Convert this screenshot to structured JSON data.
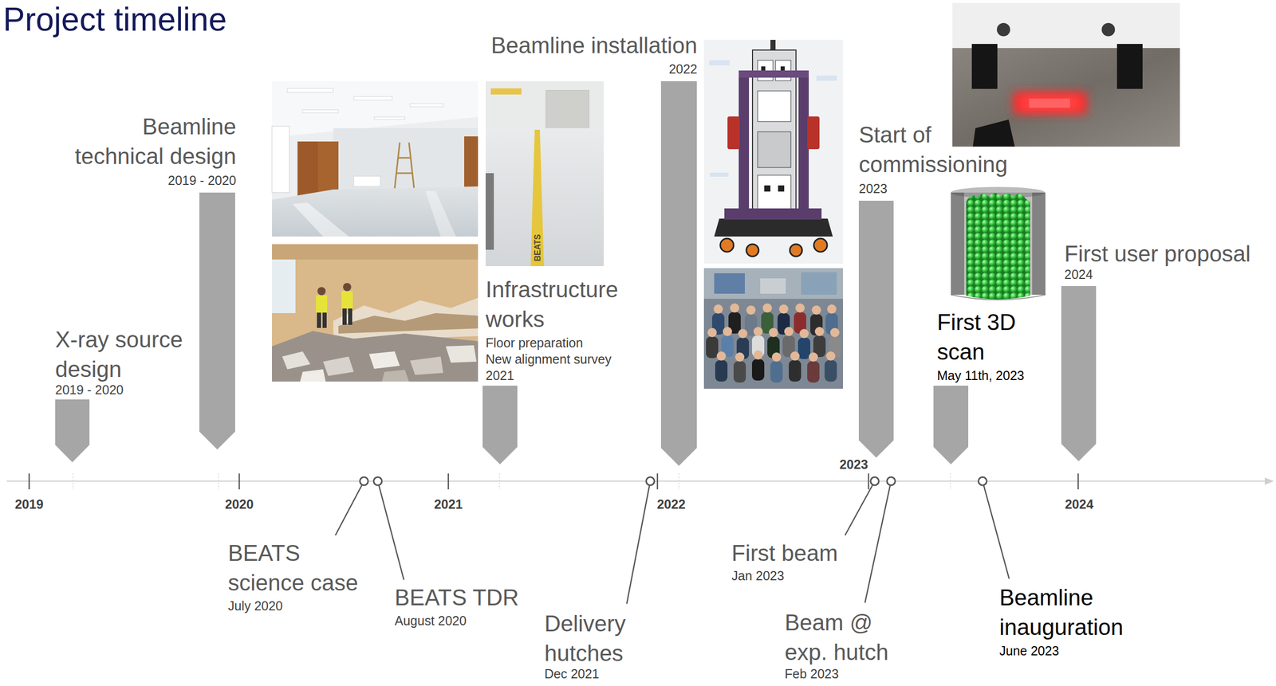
{
  "diagram": {
    "title": "Project timeline",
    "labels": [
      "X-ray source design",
      "2019 - 2020",
      "Beamline technical design",
      "2019 - 2020",
      "BEATS science case",
      "July 2020",
      "BEATS TDR",
      "August 2020",
      "Infrastructure works",
      "Floor preparation",
      "New alignment survey",
      "2021",
      "BEATS",
      "Delivery hutches",
      "Dec 2021",
      "Beamline installation",
      "2022",
      "Start of commissioning",
      "2023",
      "First beam",
      "Jan 2023",
      "Beam @ exp. hutch",
      "Feb 2023",
      "First 3D scan",
      "May 11th, 2023",
      "Beamline inauguration",
      "June 2023",
      "First user proposal",
      "2024",
      "2019",
      "2020",
      "2021",
      "2022",
      "2023",
      "2024"
    ]
  }
}
